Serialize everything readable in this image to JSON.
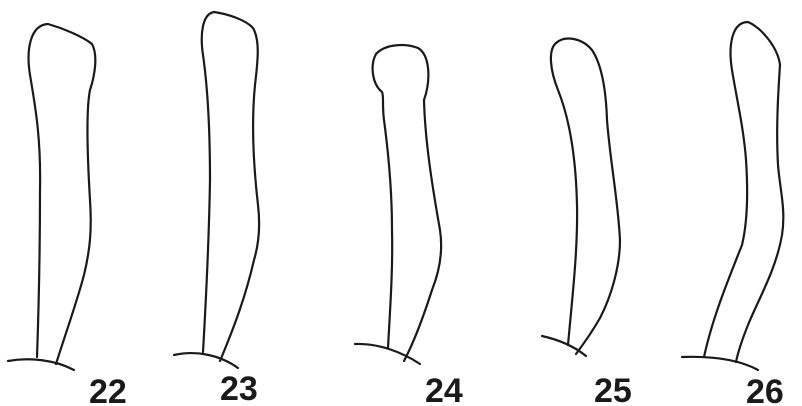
{
  "figures": [
    {
      "label": "22"
    },
    {
      "label": "23"
    },
    {
      "label": "24"
    },
    {
      "label": "25"
    },
    {
      "label": "26"
    }
  ]
}
